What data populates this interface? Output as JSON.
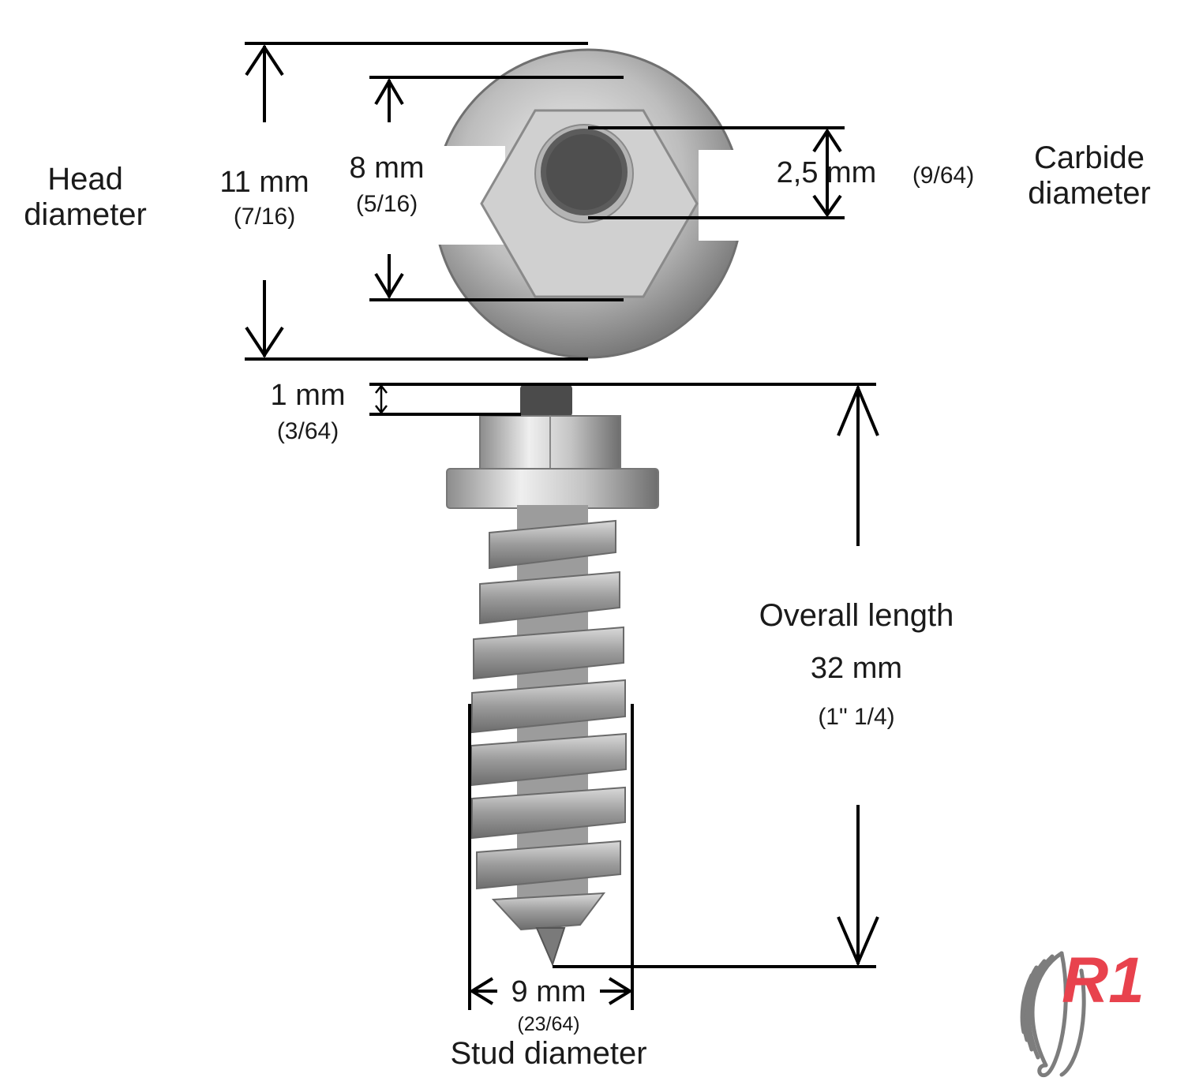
{
  "labels": {
    "head_title": "Head\ndiameter",
    "head_mm": "11 mm",
    "head_in": "(7/16)",
    "hex_mm": "8 mm",
    "hex_in": "(5/16)",
    "carbide_mm": "2,5 mm",
    "carbide_in": "(9/64)",
    "carbide_title": "Carbide\ndiameter",
    "tip_mm": "1 mm",
    "tip_in": "(3/64)",
    "overall_title": "Overall length",
    "overall_mm": "32 mm",
    "overall_in": "(1\" 1/4)",
    "stud_mm": "9 mm",
    "stud_in": "(23/64)",
    "stud_title": "Stud diameter"
  },
  "logo": {
    "text": "R1",
    "color": "#e8424d"
  },
  "colors": {
    "metal_light": "#e6e6e6",
    "metal_mid": "#a9a9a9",
    "metal_dark": "#5a5a5a",
    "carbide": "#555555"
  }
}
